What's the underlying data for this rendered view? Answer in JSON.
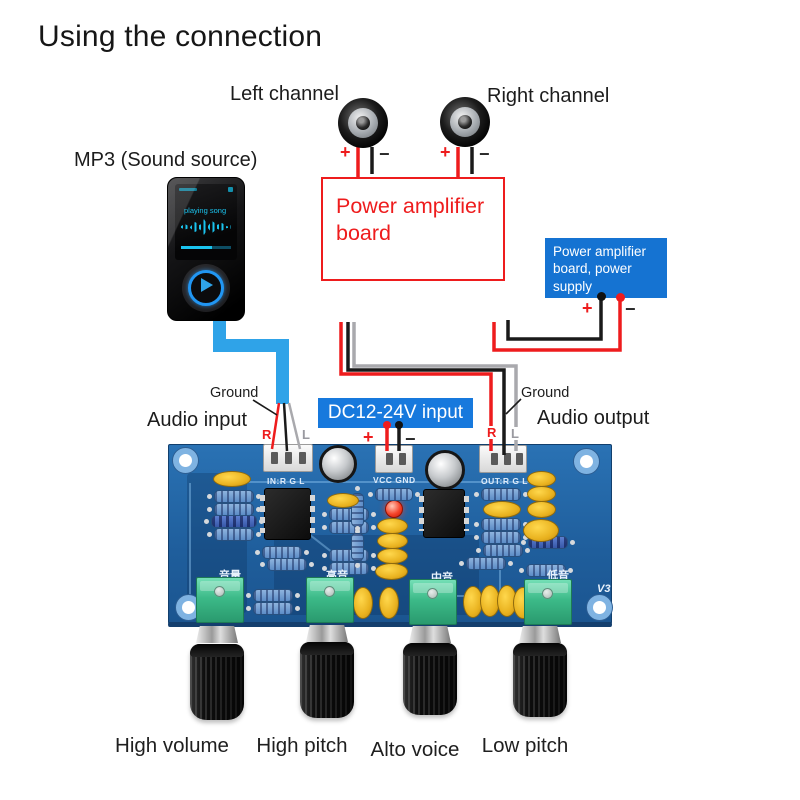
{
  "title": "Using the connection",
  "speakers": {
    "left": "Left channel",
    "right": "Right channel"
  },
  "mp3": {
    "caption": "MP3 (Sound source)",
    "screen_title": "playing song"
  },
  "amp_box": {
    "label": "Power amplifier board"
  },
  "psu_box": {
    "label": "Power amplifier board, power supply"
  },
  "sym": {
    "plus": "+",
    "minus": "−",
    "r": "R",
    "l": "L"
  },
  "io": {
    "audio_input": "Audio input",
    "audio_output": "Audio output",
    "ground": "Ground",
    "dc_label": "DC12-24V input"
  },
  "pcb": {
    "silk_in": "IN:R G L",
    "silk_vcc": "VCC GND",
    "silk_out": "OUT:R G L",
    "pot_labels": [
      "音量",
      "高音",
      "中音",
      "低音"
    ],
    "version": "V3"
  },
  "knob_captions": [
    "High volume",
    "High pitch",
    "Alto voice",
    "Low pitch"
  ],
  "colors": {
    "wire_red": "#ee1c1d",
    "wire_black": "#1a1a1a",
    "wire_gray": "#a9a9ad",
    "box_blue": "#1573d2",
    "cable_blue": "#2fa3e8",
    "pcb_blue": "#2368a9",
    "pot_green": "#3cba88"
  }
}
